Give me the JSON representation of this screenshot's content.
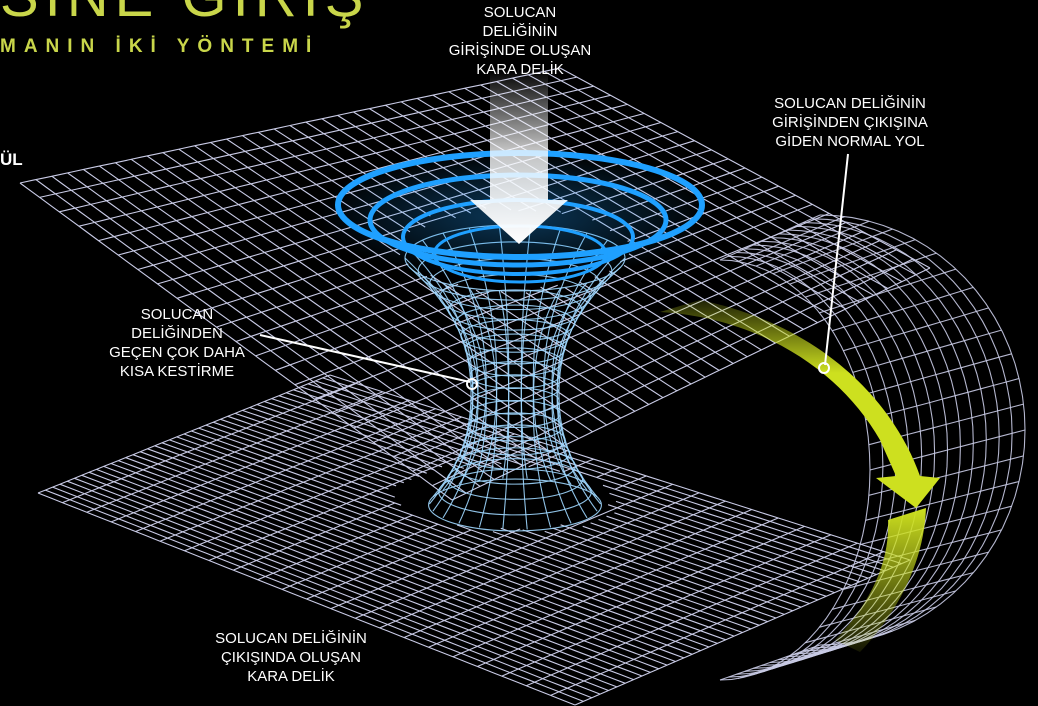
{
  "title": {
    "main": "SİNE GİRİŞ",
    "subtitle": "MANIN İKİ YÖNTEMİ",
    "side_fragment": "ÜL"
  },
  "labels": {
    "top_hole": [
      "SOLUCAN",
      "DELİĞİNİN",
      "GİRİŞİNDE OLUŞAN",
      "KARA DELİK"
    ],
    "normal_path": [
      "SOLUCAN DELİĞİNİN",
      "GİRİŞİNDEN ÇIKIŞINA",
      "GİDEN NORMAL YOL"
    ],
    "shortcut": [
      "SOLUCAN",
      "DELİĞİNDEN",
      "GEÇEN ÇOK DAHA",
      "KISA KESTİRME"
    ],
    "bottom_hole": [
      "SOLUCAN DELİĞİNİN",
      "ÇIKIŞINDA OLUŞAN",
      "KARA DELİK"
    ]
  },
  "colors": {
    "background": "#000000",
    "title_accent": "#c9d64a",
    "grid_line": "#c9cbe6",
    "throat_line": "#9fd7ff",
    "ring": "#1fa0ff",
    "path_arrow": "#cde01f",
    "down_arrow": "#ffffff"
  }
}
